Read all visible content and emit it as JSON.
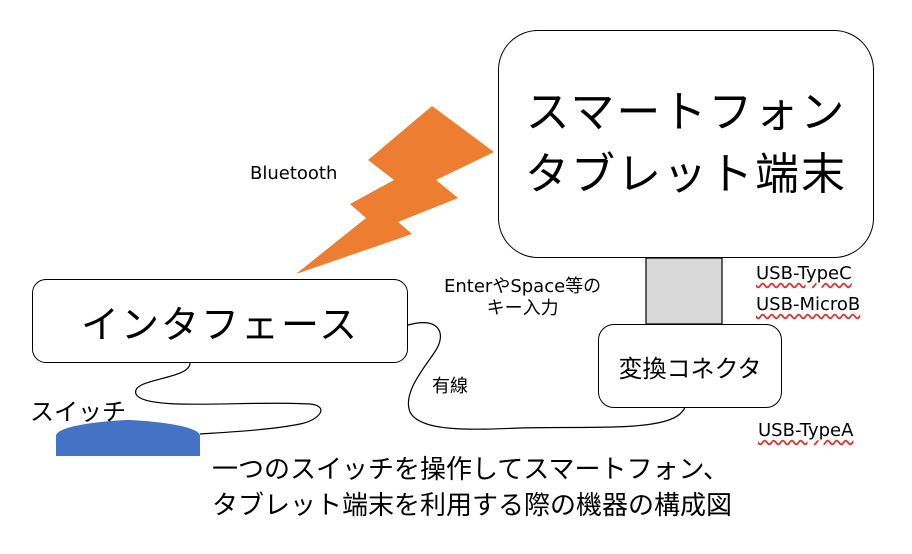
{
  "phone": {
    "line1": "スマートフォン",
    "line2": "タブレット端末"
  },
  "interface": {
    "label": "インタフェース"
  },
  "converter": {
    "label": "変換コネクタ"
  },
  "labels": {
    "bluetooth": "Bluetooth",
    "keys_line1": "EnterやSpace等の",
    "keys_line2": "キー入力",
    "wired": "有線",
    "switch": "スイッチ",
    "usb_typec": "USB-TypeC",
    "usb_microb": "USB-MicroB",
    "usb_typea": "USB-TypeA"
  },
  "caption": {
    "line1": "一つのスイッチを操作してスマートフォン、",
    "line2": "タブレット端末を利用する際の機器の構成図"
  },
  "colors": {
    "bolt": "#ED7D31",
    "switch": "#4472C4",
    "plug": "#D9D9D9",
    "border": "#000000"
  },
  "icons": {
    "wireless": "lightning-bolt-icon",
    "switch": "switch-button-icon"
  }
}
